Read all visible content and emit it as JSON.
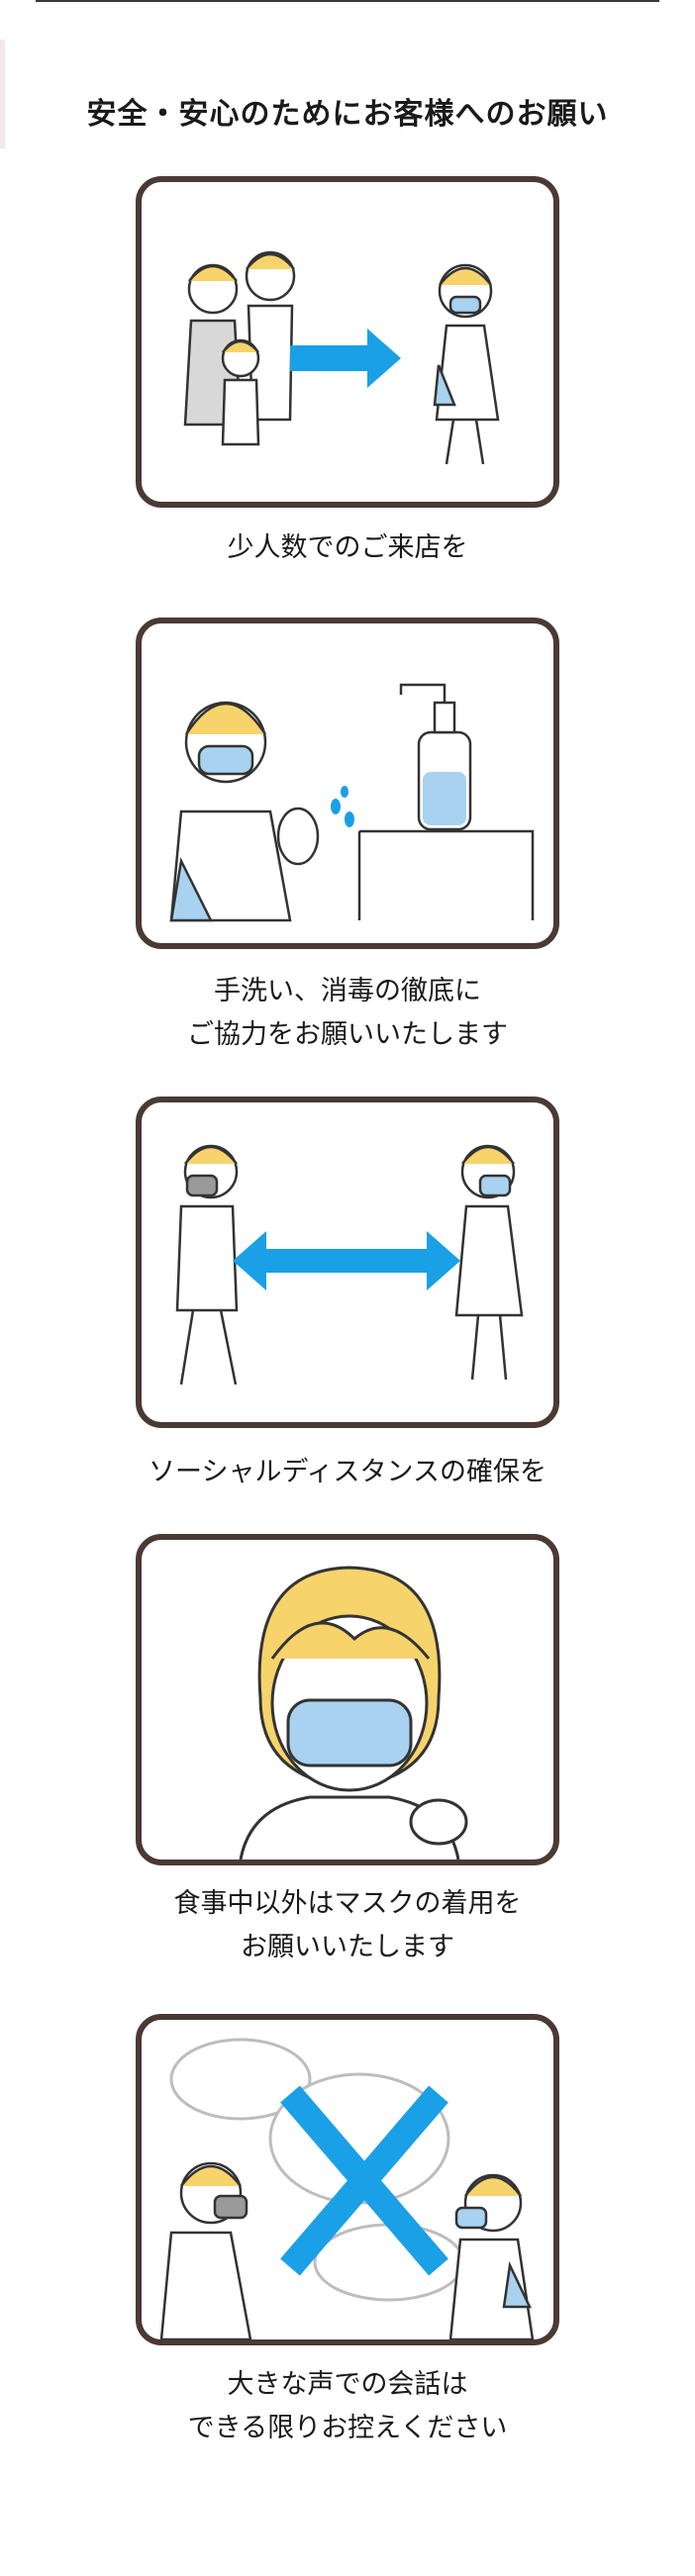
{
  "page": {
    "title": "安全・安心のためにお客様へのお願い"
  },
  "requests": [
    {
      "icon": "small-group-icon",
      "lines": [
        "少人数でのご来店を"
      ]
    },
    {
      "icon": "hand-sanitizer-icon",
      "lines": [
        "手洗い、消毒の徹底に",
        "ご協力をお願いいたします"
      ]
    },
    {
      "icon": "social-distance-icon",
      "lines": [
        "ソーシャルディスタンスの確保を"
      ]
    },
    {
      "icon": "face-mask-icon",
      "lines": [
        "食事中以外はマスクの着用を",
        "お願いいたします"
      ]
    },
    {
      "icon": "no-loud-talking-icon",
      "lines": [
        "大きな声での会話は",
        "できる限りお控えください"
      ]
    }
  ],
  "colors": {
    "frame": "#4a3a34",
    "arrow": "#1aa0e6",
    "hair": "#f6d36b",
    "mask": "#a8d2ef"
  }
}
